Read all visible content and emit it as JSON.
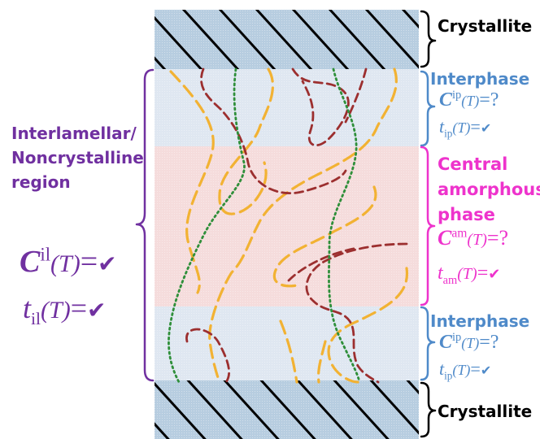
{
  "colors": {
    "crystal_fill": "#b7cde0",
    "interphase_fill": "#dfe7f1",
    "amorphous_fill": "#f5dcdc",
    "chain_red": "#9c2f2f",
    "chain_orange": "#f2b233",
    "chain_green": "#2f8f3a",
    "purple": "#7030a0",
    "blue": "#4f8ac9",
    "magenta": "#ee33cc",
    "black": "#000000"
  },
  "labels": {
    "crystallite_top": "Crystallite",
    "crystallite_bottom": "Crystallite",
    "interphase_top": "Interphase",
    "interphase_bottom": "Interphase",
    "central_line1": "Central",
    "central_line2": "amorphous",
    "central_line3": "phase",
    "interlamellar_line1": "Interlamellar/",
    "interlamellar_line2": "Noncrystalline",
    "interlamellar_line3": "region"
  },
  "equations": {
    "il_C": {
      "symbol": "C",
      "sup": "il",
      "arg": "(T)",
      "rel": "=",
      "value": "✔"
    },
    "il_t": {
      "symbol": "t",
      "sub": "il",
      "arg": "(T)",
      "rel": "=",
      "value": "✔"
    },
    "ip_top_C": {
      "symbol": "C",
      "sup": "ip",
      "arg": "(T)",
      "rel": "=",
      "value": "?"
    },
    "ip_top_t": {
      "symbol": "t",
      "sub": "ip",
      "arg": "(T)",
      "rel": "=",
      "value": "✔"
    },
    "am_C": {
      "symbol": "C",
      "sup": "am",
      "arg": "(T)",
      "rel": "=",
      "value": "?"
    },
    "am_t": {
      "symbol": "t",
      "sub": "am",
      "arg": "(T)",
      "rel": "=",
      "value": "✔"
    },
    "ip_bot_C": {
      "symbol": "C",
      "sup": "ip",
      "arg": "(T)",
      "rel": "=",
      "value": "?"
    },
    "ip_bot_t": {
      "symbol": "t",
      "sub": "ip",
      "arg": "(T)",
      "rel": "=",
      "value": "✔"
    }
  }
}
